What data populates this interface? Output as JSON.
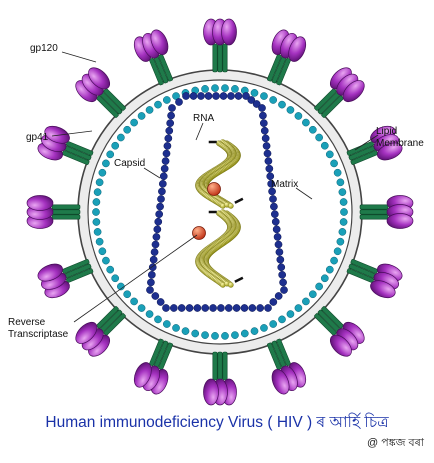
{
  "diagram": {
    "labels": {
      "gp120": "gp120",
      "gp41": "gp41",
      "rna": "RNA",
      "capsid": "Capsid",
      "matrix": "Matrix",
      "lipid_membrane_line1": "Lipid",
      "lipid_membrane_line2": "Membrane",
      "reverse_transcriptase_line1": "Reverse",
      "reverse_transcriptase_line2": "Transcriptase"
    },
    "colors": {
      "gp120": "#9b2fb8",
      "gp41": "#1f7a4a",
      "lipid_membrane": "#cfcfcf",
      "matrix_beads": "#1aa0b8",
      "capsid_beads": "#1d2f8f",
      "rna": "#c8c43a",
      "reverse_transcriptase": "#d94b2a"
    },
    "caption": "Human immunodeficiency Virus ( HIV ) ৰ আৰ্হি চিত্ৰ",
    "credit": "@ পঙ্কজ বৰা"
  }
}
